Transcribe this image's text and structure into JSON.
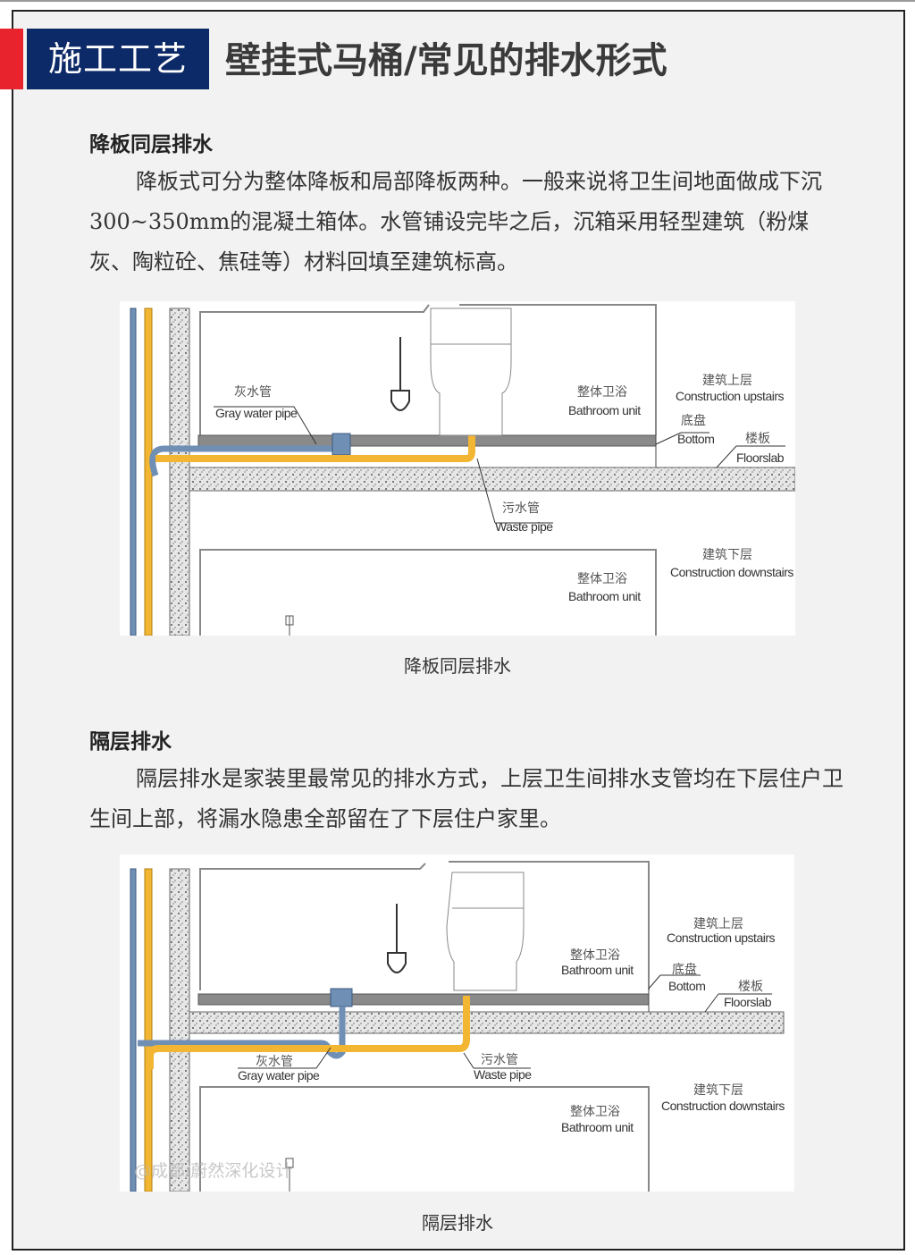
{
  "header": {
    "badge": "施工工艺",
    "title": "壁挂式马桶/常见的排水形式"
  },
  "section1": {
    "heading": "降板同层排水",
    "paragraph": "降板式可分为整体降板和局部降板两种。一般来说将卫生间地面做成下沉300~350mm的混凝土箱体。水管铺设完毕之后，沉箱采用轻型建筑（粉煤灰、陶粒砼、焦硅等）材料回填至建筑标高。",
    "caption": "降板同层排水",
    "labels": {
      "gray_cn": "灰水管",
      "gray_en": "Gray water pipe",
      "unit_cn": "整体卫浴",
      "unit_en": "Bathroom unit",
      "up_cn": "建筑上层",
      "up_en": "Construction upstairs",
      "bottom_cn": "底盘",
      "bottom_en": "Bottom",
      "slab_cn": "楼板",
      "slab_en": "Floorslab",
      "waste_cn": "污水管",
      "waste_en": "Waste pipe",
      "down_cn": "建筑下层",
      "down_en": "Construction downstairs",
      "unit2_cn": "整体卫浴",
      "unit2_en": "Bathroom unit"
    }
  },
  "section2": {
    "heading": "隔层排水",
    "paragraph": "隔层排水是家装里最常见的排水方式，上层卫生间排水支管均在下层住户卫生间上部，将漏水隐患全部留在了下层住户家里。",
    "caption": "隔层排水",
    "watermark": "@成都/蔚然深化设计",
    "labels": {
      "gray_cn": "灰水管",
      "gray_en": "Gray water pipe",
      "unit_cn": "整体卫浴",
      "unit_en": "Bathroom unit",
      "up_cn": "建筑上层",
      "up_en": "Construction upstairs",
      "bottom_cn": "底盘",
      "bottom_en": "Bottom",
      "slab_cn": "楼板",
      "slab_en": "Floorslab",
      "waste_cn": "污水管",
      "waste_en": "Waste pipe",
      "down_cn": "建筑下层",
      "down_en": "Construction downstairs",
      "unit2_cn": "整体卫浴",
      "unit2_en": "Bathroom unit"
    }
  },
  "colors": {
    "accent_red": "#e8232e",
    "badge_navy": "#0d2a68",
    "gray_pipe": "#6f8fb5",
    "waste_pipe": "#f2b632"
  }
}
